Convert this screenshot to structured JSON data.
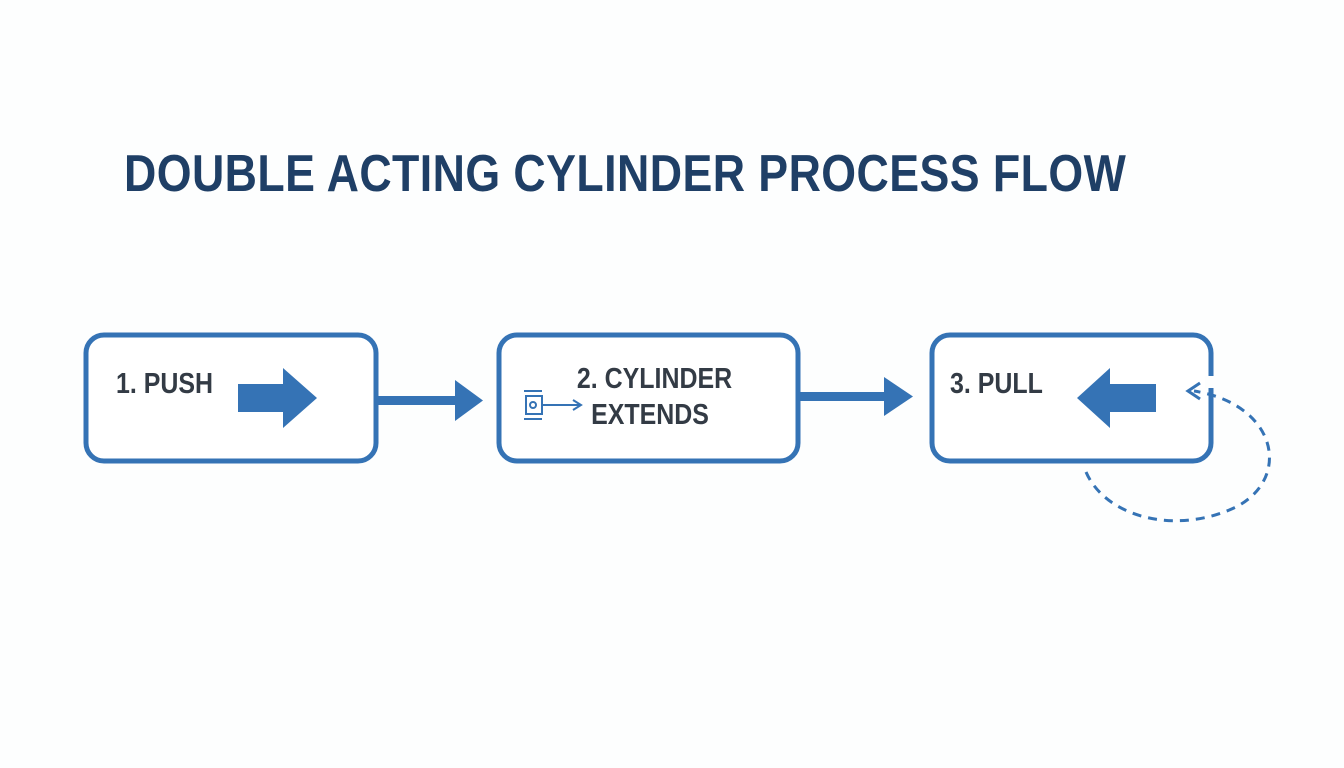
{
  "title": "DOUBLE ACTING CYLINDER PROCESS FLOW",
  "colors": {
    "title": "#1f3f66",
    "stroke": "#3573b5",
    "arrow_fill": "#3573b5",
    "text": "#333b45",
    "background": "#fdfefe"
  },
  "steps": [
    {
      "label": "1. PUSH",
      "icon": "right-arrow-icon"
    },
    {
      "label_line1": "2. CYLINDER",
      "label_line2": "EXTENDS",
      "icon": "cylinder-icon"
    },
    {
      "label": "3. PULL",
      "icon": "left-arrow-icon"
    }
  ],
  "connectors": [
    {
      "from": "1. PUSH",
      "to": "2. CYLINDER EXTENDS",
      "style": "solid"
    },
    {
      "from": "2. CYLINDER EXTENDS",
      "to": "3. PULL",
      "style": "solid"
    },
    {
      "from": "3. PULL",
      "to": "3. PULL",
      "style": "dashed",
      "kind": "return-loop"
    }
  ]
}
